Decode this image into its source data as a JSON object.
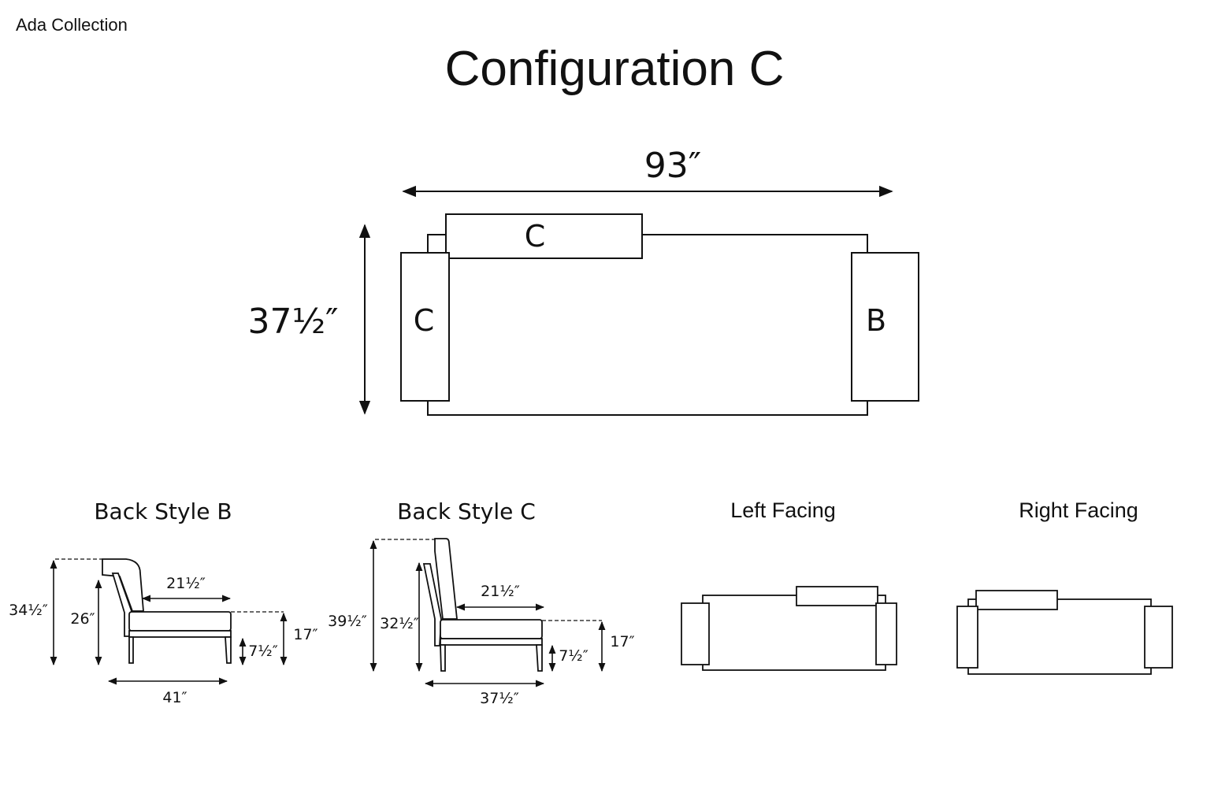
{
  "header": {
    "collection": "Ada Collection",
    "title": "Configuration C"
  },
  "top_view": {
    "width_label": "93″",
    "depth_label": "37½″",
    "back_cushion_label": "C",
    "left_arm_label": "C",
    "right_arm_label": "B"
  },
  "back_style_b": {
    "title": "Back Style B",
    "overall_height": "34½″",
    "back_height": "26″",
    "seat_depth": "21½″",
    "seat_height": "17″",
    "leg_height": "7½″",
    "overall_depth": "41″"
  },
  "back_style_c": {
    "title": "Back Style C",
    "overall_height": "39½″",
    "back_height": "32½″",
    "seat_depth": "21½″",
    "seat_height": "17″",
    "leg_height": "7½″",
    "overall_depth": "37½″"
  },
  "facings": {
    "left_title": "Left Facing",
    "right_title": "Right Facing"
  },
  "colors": {
    "line": "#111111",
    "background": "#ffffff"
  }
}
